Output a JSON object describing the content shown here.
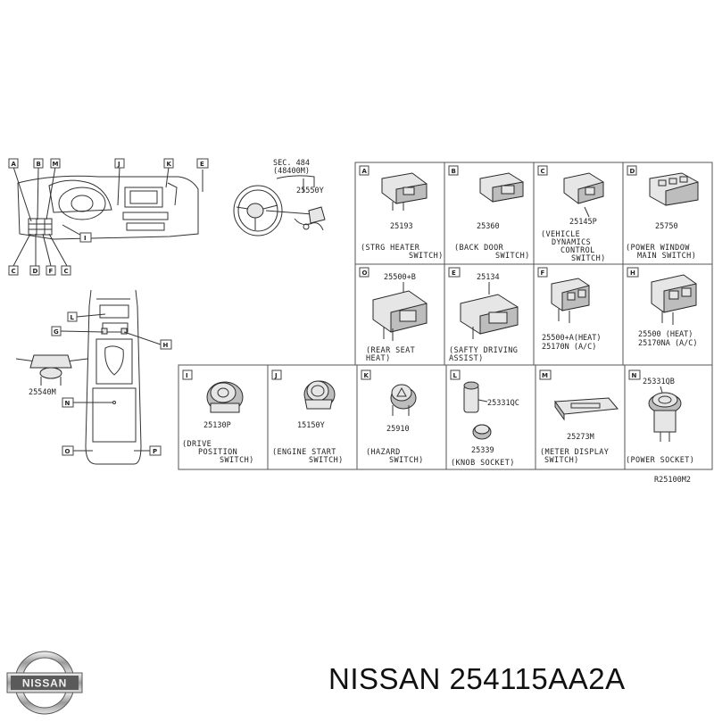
{
  "diagram": {
    "ref_code": "R25100M2",
    "overview": {
      "sec_label": "SEC. 484",
      "sec_sub": "(48400M)",
      "steer_part": "25550Y",
      "stalk_part": "25540M",
      "locators_top": [
        "A",
        "B",
        "M",
        "J",
        "K",
        "E"
      ],
      "locators_bottom": [
        "C",
        "D",
        "F",
        "C",
        "I"
      ],
      "locators_console": [
        "L",
        "G",
        "H",
        "N",
        "O",
        "P"
      ]
    },
    "cells": [
      {
        "letter": "A",
        "part": "25193",
        "caption": [
          "(STRG HEATER",
          "SWITCH)"
        ]
      },
      {
        "letter": "B",
        "part": "25360",
        "caption": [
          "(BACK DOOR",
          "SWITCH)"
        ]
      },
      {
        "letter": "C",
        "part": "25145P",
        "caption": [
          "(VEHICLE",
          "DYNAMICS",
          "CONTROL",
          "SWITCH)"
        ]
      },
      {
        "letter": "D",
        "part": "25750",
        "caption": [
          "(POWER WINDOW",
          "MAIN SWITCH)"
        ]
      },
      {
        "letter": "O",
        "part": "25500+B",
        "caption": [
          "(REAR SEAT",
          "HEAT)"
        ]
      },
      {
        "letter": "E",
        "part": "25134",
        "caption": [
          "(SAFTY DRIVING",
          "ASSIST)"
        ]
      },
      {
        "letter": "F",
        "part": "25500+A(HEAT)",
        "part2": "25170N (A/C)",
        "caption": []
      },
      {
        "letter": "H",
        "part": "25500 (HEAT)",
        "part2": "25170NA (A/C)",
        "caption": []
      },
      {
        "letter": "I",
        "part": "25130P",
        "caption": [
          "(DRIVE",
          "POSITION",
          "SWITCH)"
        ]
      },
      {
        "letter": "J",
        "part": "15150Y",
        "caption": [
          "(ENGINE START",
          "SWITCH)"
        ]
      },
      {
        "letter": "K",
        "part": "25910",
        "caption": [
          "(HAZARD",
          "SWITCH)"
        ]
      },
      {
        "letter": "L",
        "part": "25331QC",
        "part2": "25339",
        "caption": [
          "(KNOB SOCKET)"
        ]
      },
      {
        "letter": "M",
        "part": "25273M",
        "caption": [
          "(METER DISPLAY",
          "SWITCH)"
        ]
      },
      {
        "letter": "N",
        "part": "25331QB",
        "caption": [
          "(POWER SOCKET)"
        ]
      }
    ]
  },
  "brand": {
    "logo_text": "NISSAN",
    "caption": "NISSAN 254115AA2A"
  }
}
